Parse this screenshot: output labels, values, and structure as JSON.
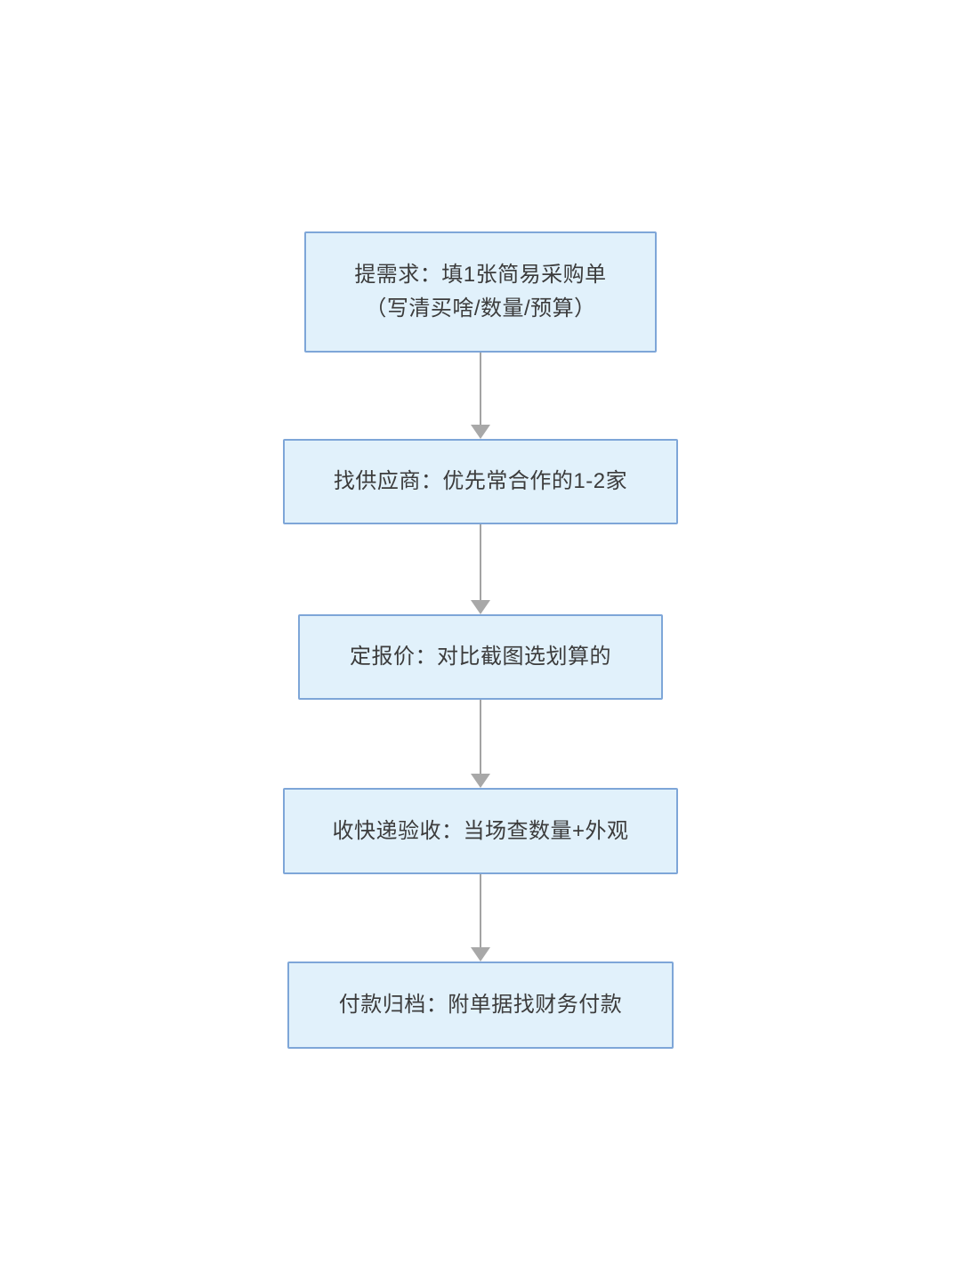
{
  "flowchart": {
    "type": "flowchart",
    "direction": "top-to-bottom",
    "style": {
      "background": "#ffffff",
      "node_fill": "#e1f1fb",
      "node_border": "#7ea6d8",
      "arrow_color": "#a3a3a3",
      "text_color": "#3c3c3c"
    },
    "nodes": [
      {
        "id": "step1",
        "lines": [
          "提需求：填1张简易采购单",
          "（写清买啥/数量/预算）"
        ]
      },
      {
        "id": "step2",
        "lines": [
          "找供应商：优先常合作的1-2家"
        ]
      },
      {
        "id": "step3",
        "lines": [
          "定报价：对比截图选划算的"
        ]
      },
      {
        "id": "step4",
        "lines": [
          "收快递验收：当场查数量+外观"
        ]
      },
      {
        "id": "step5",
        "lines": [
          "付款归档：附单据找财务付款"
        ]
      }
    ],
    "edges": [
      {
        "from": "step1",
        "to": "step2"
      },
      {
        "from": "step2",
        "to": "step3"
      },
      {
        "from": "step3",
        "to": "step4"
      },
      {
        "from": "step4",
        "to": "step5"
      }
    ]
  }
}
